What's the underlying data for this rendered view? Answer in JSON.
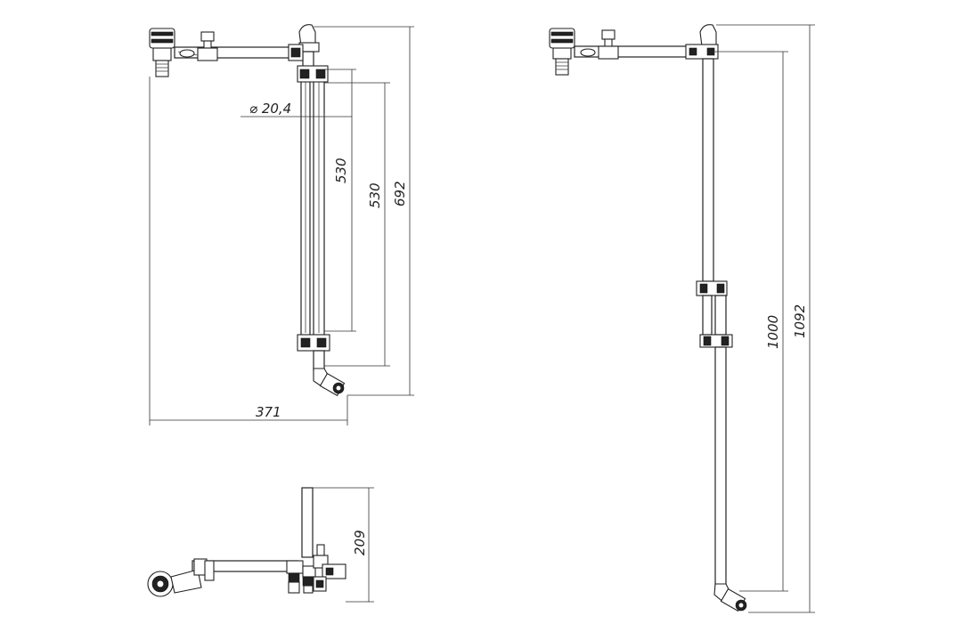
{
  "drawing": {
    "dimensions": {
      "diameter": "20,4",
      "inner_length": "530",
      "outer_length": "530",
      "height_front": "692",
      "width_front": "371",
      "side_height": "209",
      "right_inner": "1000",
      "right_outer": "1092"
    },
    "symbols": {
      "diameter_symbol": "⌀"
    }
  }
}
